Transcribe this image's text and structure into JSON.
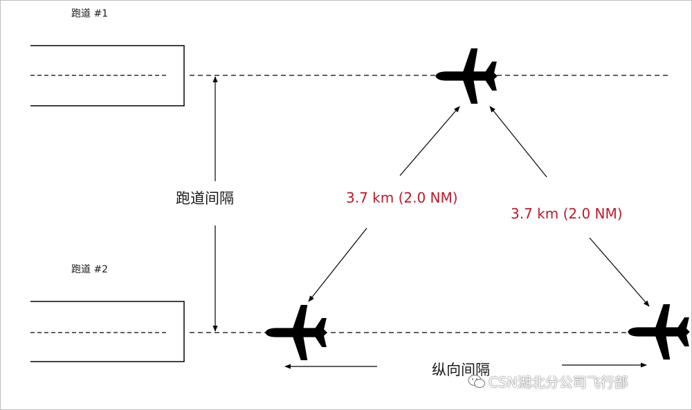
{
  "runway_1_label": "跑道 #1",
  "runway_2_label": "跑道 #2",
  "runway_spacing_label": "跑道间隔",
  "distance_left_label": "3.7 km (2.0 NM)",
  "distance_right_label": "3.7 km (2.0 NM)",
  "longitudinal_spacing_label": "纵向间隔",
  "watermark_text": "CSN湖北分公司飞行部",
  "colors": {
    "distance_text": "#c0182a",
    "lines": "#000000"
  },
  "icons": [
    "airplane-icon",
    "wechat-icon"
  ]
}
